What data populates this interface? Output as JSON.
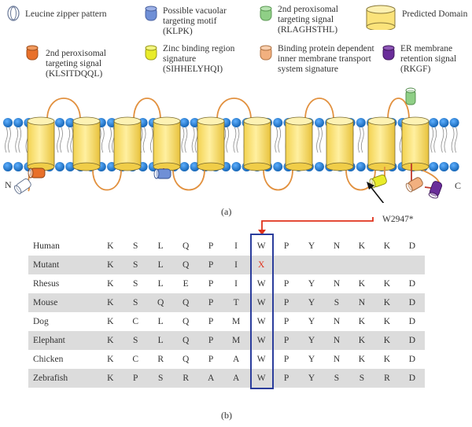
{
  "legend": [
    {
      "id": "leucine",
      "text": "Leucine zipper pattern",
      "color": "#ffffff"
    },
    {
      "id": "vacuolar",
      "text": "Possible vacuolar\ntargeting motif\n(KLPK)",
      "color": "#6f8fd6"
    },
    {
      "id": "perox2b",
      "text": "2nd peroxisomal\ntargeting signal\n(RLAGHSTHL)",
      "color": "#8fcf86"
    },
    {
      "id": "domain",
      "text": "Predicted Domain",
      "color": "#fbe37a"
    },
    {
      "id": "perox2a",
      "text": "2nd peroxisomal\ntargeting signal\n(KLSITDQQL)",
      "color": "#e8702a"
    },
    {
      "id": "zinc",
      "text": "Zinc binding region\nsignature\n(SIHHELYHQI)",
      "color": "#e9ec2a"
    },
    {
      "id": "binding",
      "text": "Binding protein dependent\ninner membrane transport\nsystem signature",
      "color": "#f2b07f"
    },
    {
      "id": "er",
      "text": "ER membrane\nretention signal\n(RKGF)",
      "color": "#6a2d9a"
    }
  ],
  "diagram": {
    "n_label": "N",
    "c_label": "C",
    "mutation_label": "W2947*",
    "panel_a": "(a)",
    "panel_b": "(b)"
  },
  "alignment": {
    "rows": [
      {
        "species": "Human",
        "residues": [
          "K",
          "S",
          "L",
          "Q",
          "P",
          "I",
          "W",
          "P",
          "Y",
          "N",
          "K",
          "K",
          "D"
        ]
      },
      {
        "species": "Mutant",
        "residues": [
          "K",
          "S",
          "L",
          "Q",
          "P",
          "I",
          "X",
          "",
          "",
          "",
          "",
          "",
          ""
        ]
      },
      {
        "species": "Rhesus",
        "residues": [
          "K",
          "S",
          "L",
          "E",
          "P",
          "I",
          "W",
          "P",
          "Y",
          "N",
          "K",
          "K",
          "D"
        ]
      },
      {
        "species": "Mouse",
        "residues": [
          "K",
          "S",
          "Q",
          "Q",
          "P",
          "T",
          "W",
          "P",
          "Y",
          "S",
          "N",
          "K",
          "D"
        ]
      },
      {
        "species": "Dog",
        "residues": [
          "K",
          "C",
          "L",
          "Q",
          "P",
          "M",
          "W",
          "P",
          "Y",
          "N",
          "K",
          "K",
          "D"
        ]
      },
      {
        "species": "Elephant",
        "residues": [
          "K",
          "S",
          "L",
          "Q",
          "P",
          "M",
          "W",
          "P",
          "Y",
          "N",
          "K",
          "K",
          "D"
        ]
      },
      {
        "species": "Chicken",
        "residues": [
          "K",
          "C",
          "R",
          "Q",
          "P",
          "A",
          "W",
          "P",
          "Y",
          "N",
          "K",
          "K",
          "D"
        ]
      },
      {
        "species": "Zebrafish",
        "residues": [
          "K",
          "P",
          "S",
          "R",
          "A",
          "A",
          "W",
          "P",
          "Y",
          "S",
          "S",
          "R",
          "D"
        ]
      }
    ]
  },
  "colors": {
    "membrane_head": "#1f7fd0",
    "loop": "#e2913f",
    "arrow_red": "#e0321c",
    "highlight_box": "#2b3d9c",
    "mutant_x": "#e0321c",
    "shade": "#dcdcdc"
  }
}
